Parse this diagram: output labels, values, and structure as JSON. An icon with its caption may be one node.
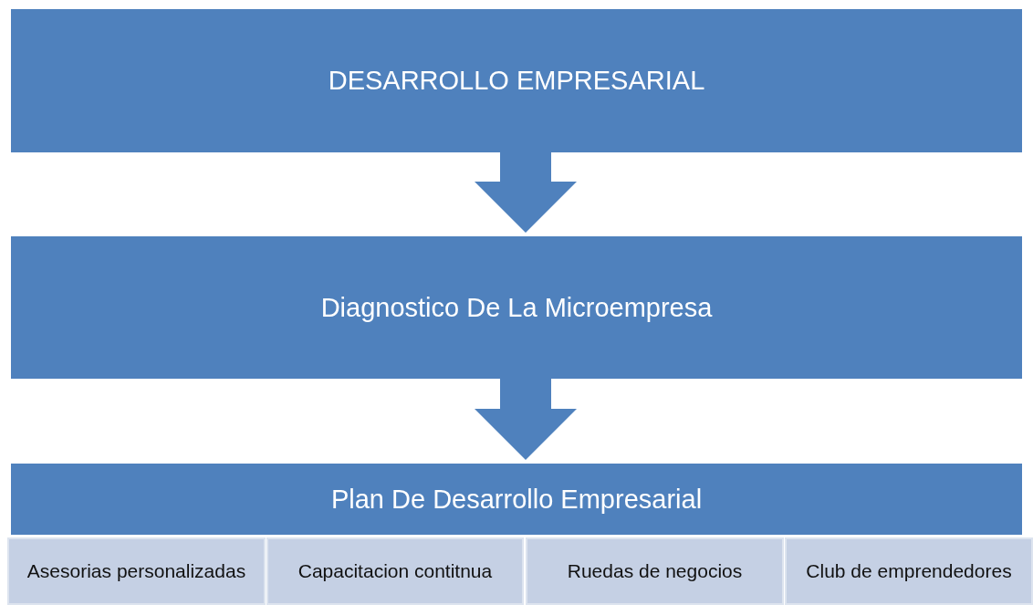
{
  "diagram": {
    "nodes": [
      {
        "text": [
          "DESARROLLO EMPRESARIAL"
        ]
      },
      {
        "text": [
          "Diagnostico De La Microempresa"
        ]
      },
      {
        "text": [
          "Plan De Desarrollo Empresarial"
        ]
      },
      {
        "text": [
          "Asesorias personalizadas"
        ]
      },
      {
        "text": [
          "Capacitacion contitnua"
        ]
      },
      {
        "text": [
          "Ruedas de negocios"
        ]
      },
      {
        "text": [
          "Club de emprendedores"
        ]
      }
    ],
    "edges": [
      {
        "from": 0,
        "to": 1,
        "arrow": "to"
      },
      {
        "from": 1,
        "to": 2,
        "arrow": "to"
      }
    ]
  }
}
